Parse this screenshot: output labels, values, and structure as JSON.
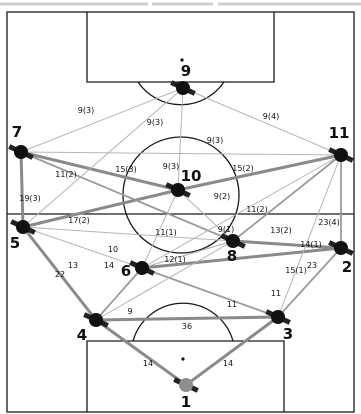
{
  "players": [
    {
      "id": "1",
      "label": "1"
    },
    {
      "id": "2",
      "label": "2"
    },
    {
      "id": "3",
      "label": "3"
    },
    {
      "id": "4",
      "label": "4"
    },
    {
      "id": "5",
      "label": "5"
    },
    {
      "id": "6",
      "label": "6"
    },
    {
      "id": "7",
      "label": "7"
    },
    {
      "id": "8",
      "label": "8"
    },
    {
      "id": "9",
      "label": "9"
    },
    {
      "id": "10",
      "label": "10"
    },
    {
      "id": "11",
      "label": "11"
    }
  ],
  "passes": [
    {
      "from": "1",
      "to": "4",
      "label": "14"
    },
    {
      "from": "1",
      "to": "3",
      "label": "14"
    },
    {
      "from": "4",
      "to": "3",
      "label": "36"
    },
    {
      "from": "4",
      "to": "5",
      "label": "22"
    },
    {
      "from": "4",
      "to": "6",
      "label": "14"
    },
    {
      "from": "3",
      "to": "2",
      "label": "23"
    },
    {
      "from": "5",
      "to": "7",
      "label": "19(3)"
    },
    {
      "from": "5",
      "to": "6",
      "label": "13"
    },
    {
      "from": "5",
      "to": "8",
      "label": "10"
    },
    {
      "from": "5",
      "to": "10",
      "label": "17(2)"
    },
    {
      "from": "6",
      "to": "2",
      "label": "15(1)"
    },
    {
      "from": "6",
      "to": "3",
      "label": "11"
    },
    {
      "from": "6",
      "to": "10",
      "label": "11(1)"
    },
    {
      "from": "6",
      "to": "8",
      "label": "12(1)"
    },
    {
      "from": "7",
      "to": "10",
      "label": "15(3)"
    },
    {
      "from": "7",
      "to": "11",
      "label": "9(3)"
    },
    {
      "from": "7",
      "to": "9",
      "label": "9(3)"
    },
    {
      "from": "7",
      "to": "8",
      "label": "11(2)"
    },
    {
      "from": "9",
      "to": "10",
      "label": "9(3)"
    },
    {
      "from": "9",
      "to": "11",
      "label": "9(4)"
    },
    {
      "from": "9",
      "to": "5",
      "label": "9(3)"
    },
    {
      "from": "10",
      "to": "11",
      "label": "15(2)"
    },
    {
      "from": "10",
      "to": "8",
      "label": "9(2)"
    },
    {
      "from": "8",
      "to": "2",
      "label": "14(1)"
    },
    {
      "from": "8",
      "to": "11",
      "label": "11(2)"
    },
    {
      "from": "8",
      "to": "6",
      "label": "9(1)"
    },
    {
      "from": "11",
      "to": "2",
      "label": "23(4)"
    },
    {
      "from": "11",
      "to": "6",
      "label": "13(2)"
    },
    {
      "from": "4",
      "to": "8",
      "label": "9"
    },
    {
      "from": "11",
      "to": "3",
      "label": "11"
    }
  ]
}
